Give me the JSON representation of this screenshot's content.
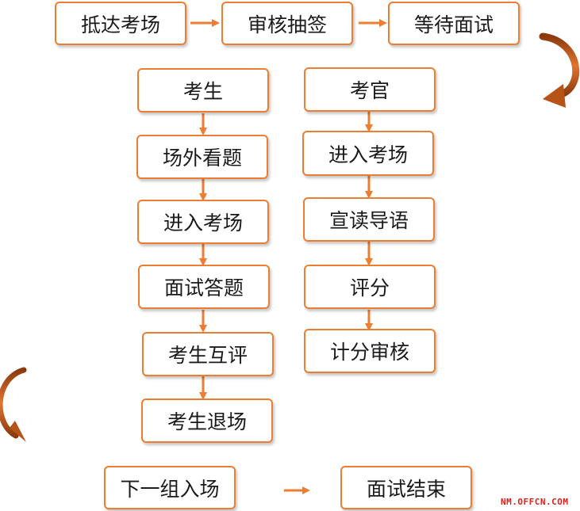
{
  "top_row": [
    "抵达考场",
    "审核抽签",
    "等待面试"
  ],
  "candidate_column": [
    "考生",
    "场外看题",
    "进入考场",
    "面试答题",
    "考生互评",
    "考生退场"
  ],
  "examiner_column": [
    "考官",
    "进入考场",
    "宣读导语",
    "评分",
    "计分审核"
  ],
  "bottom_row": [
    "下一组入场",
    "面试结束"
  ],
  "watermark": "NM.OFFCN.COM",
  "colors": {
    "border": "#ED7D31",
    "arrow": "#ED7D31",
    "curved_arrow": "#C55A11",
    "watermark": "#E0201B"
  }
}
